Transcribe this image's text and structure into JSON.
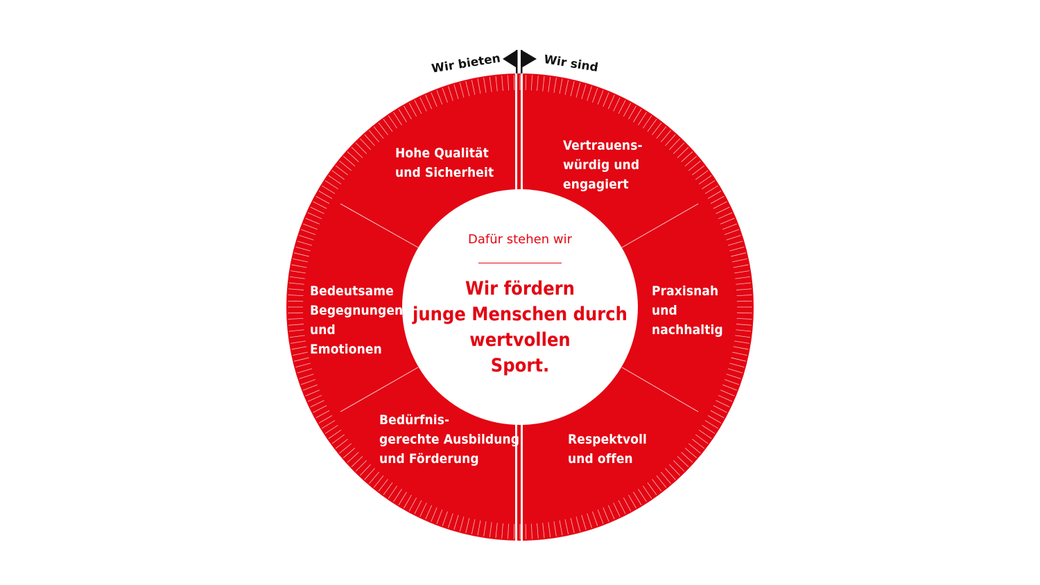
{
  "colors": {
    "primary_red": "#e30613",
    "white": "#ffffff",
    "ink": "#111111"
  },
  "directions": {
    "left_label": "Wir bieten",
    "right_label": "Wir sind",
    "left_icon": "flag-left-icon",
    "right_icon": "flag-right-icon"
  },
  "center": {
    "subtitle": "Dafür stehen wir",
    "mission": "Wir fördern\njunge Menschen durch\nwertvollen\nSport."
  },
  "segments": [
    {
      "id": "vertrauen",
      "label": "Vertrauens-\nwürdig und\nengagiert"
    },
    {
      "id": "praxisnah",
      "label": "Praxisnah\nund\nnachhaltig"
    },
    {
      "id": "respektvoll",
      "label": "Respektvoll\nund offen"
    },
    {
      "id": "beduerfnis",
      "label": "Bedürfnis-\ngerechte Ausbildung\nund Förderung"
    },
    {
      "id": "begegnungen",
      "label": "Bedeutsame\nBegegnungen\nund\n Emotionen"
    },
    {
      "id": "qualitaet",
      "label": "Hohe Qualität\nund Sicherheit"
    }
  ]
}
